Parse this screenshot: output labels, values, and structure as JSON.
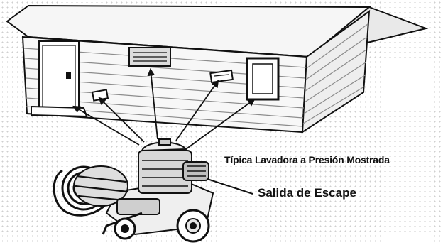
{
  "labels": {
    "typical_unit": "Típica Lavadora a Presión Mostrada",
    "exhaust_outlet": "Salida de Escape"
  },
  "colors": {
    "line": "#111111",
    "wall": "#f4f4f4",
    "siding": "#9a9a9a"
  },
  "icons": {
    "house": "house-illustration",
    "pressure_washer": "pressure-washer-illustration",
    "airflow_arrows": "arrow-icon"
  }
}
